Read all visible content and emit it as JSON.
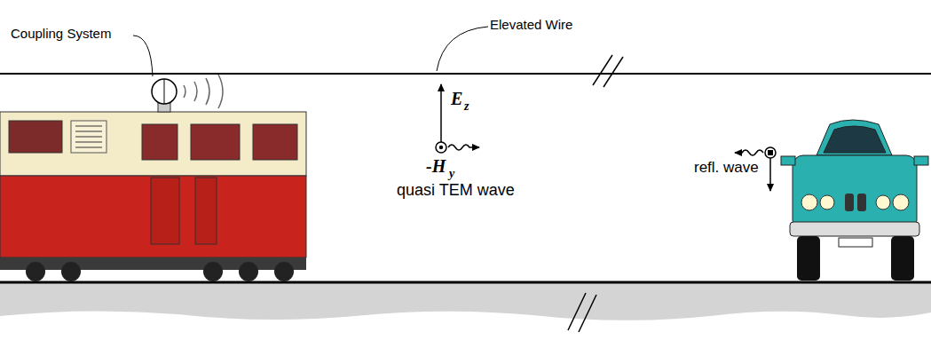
{
  "diagram": {
    "labels": [
      "Coupling System",
      "Elevated Wire",
      "E",
      "z",
      "-H",
      "y",
      "quasi TEM wave",
      "refl. wave"
    ]
  }
}
